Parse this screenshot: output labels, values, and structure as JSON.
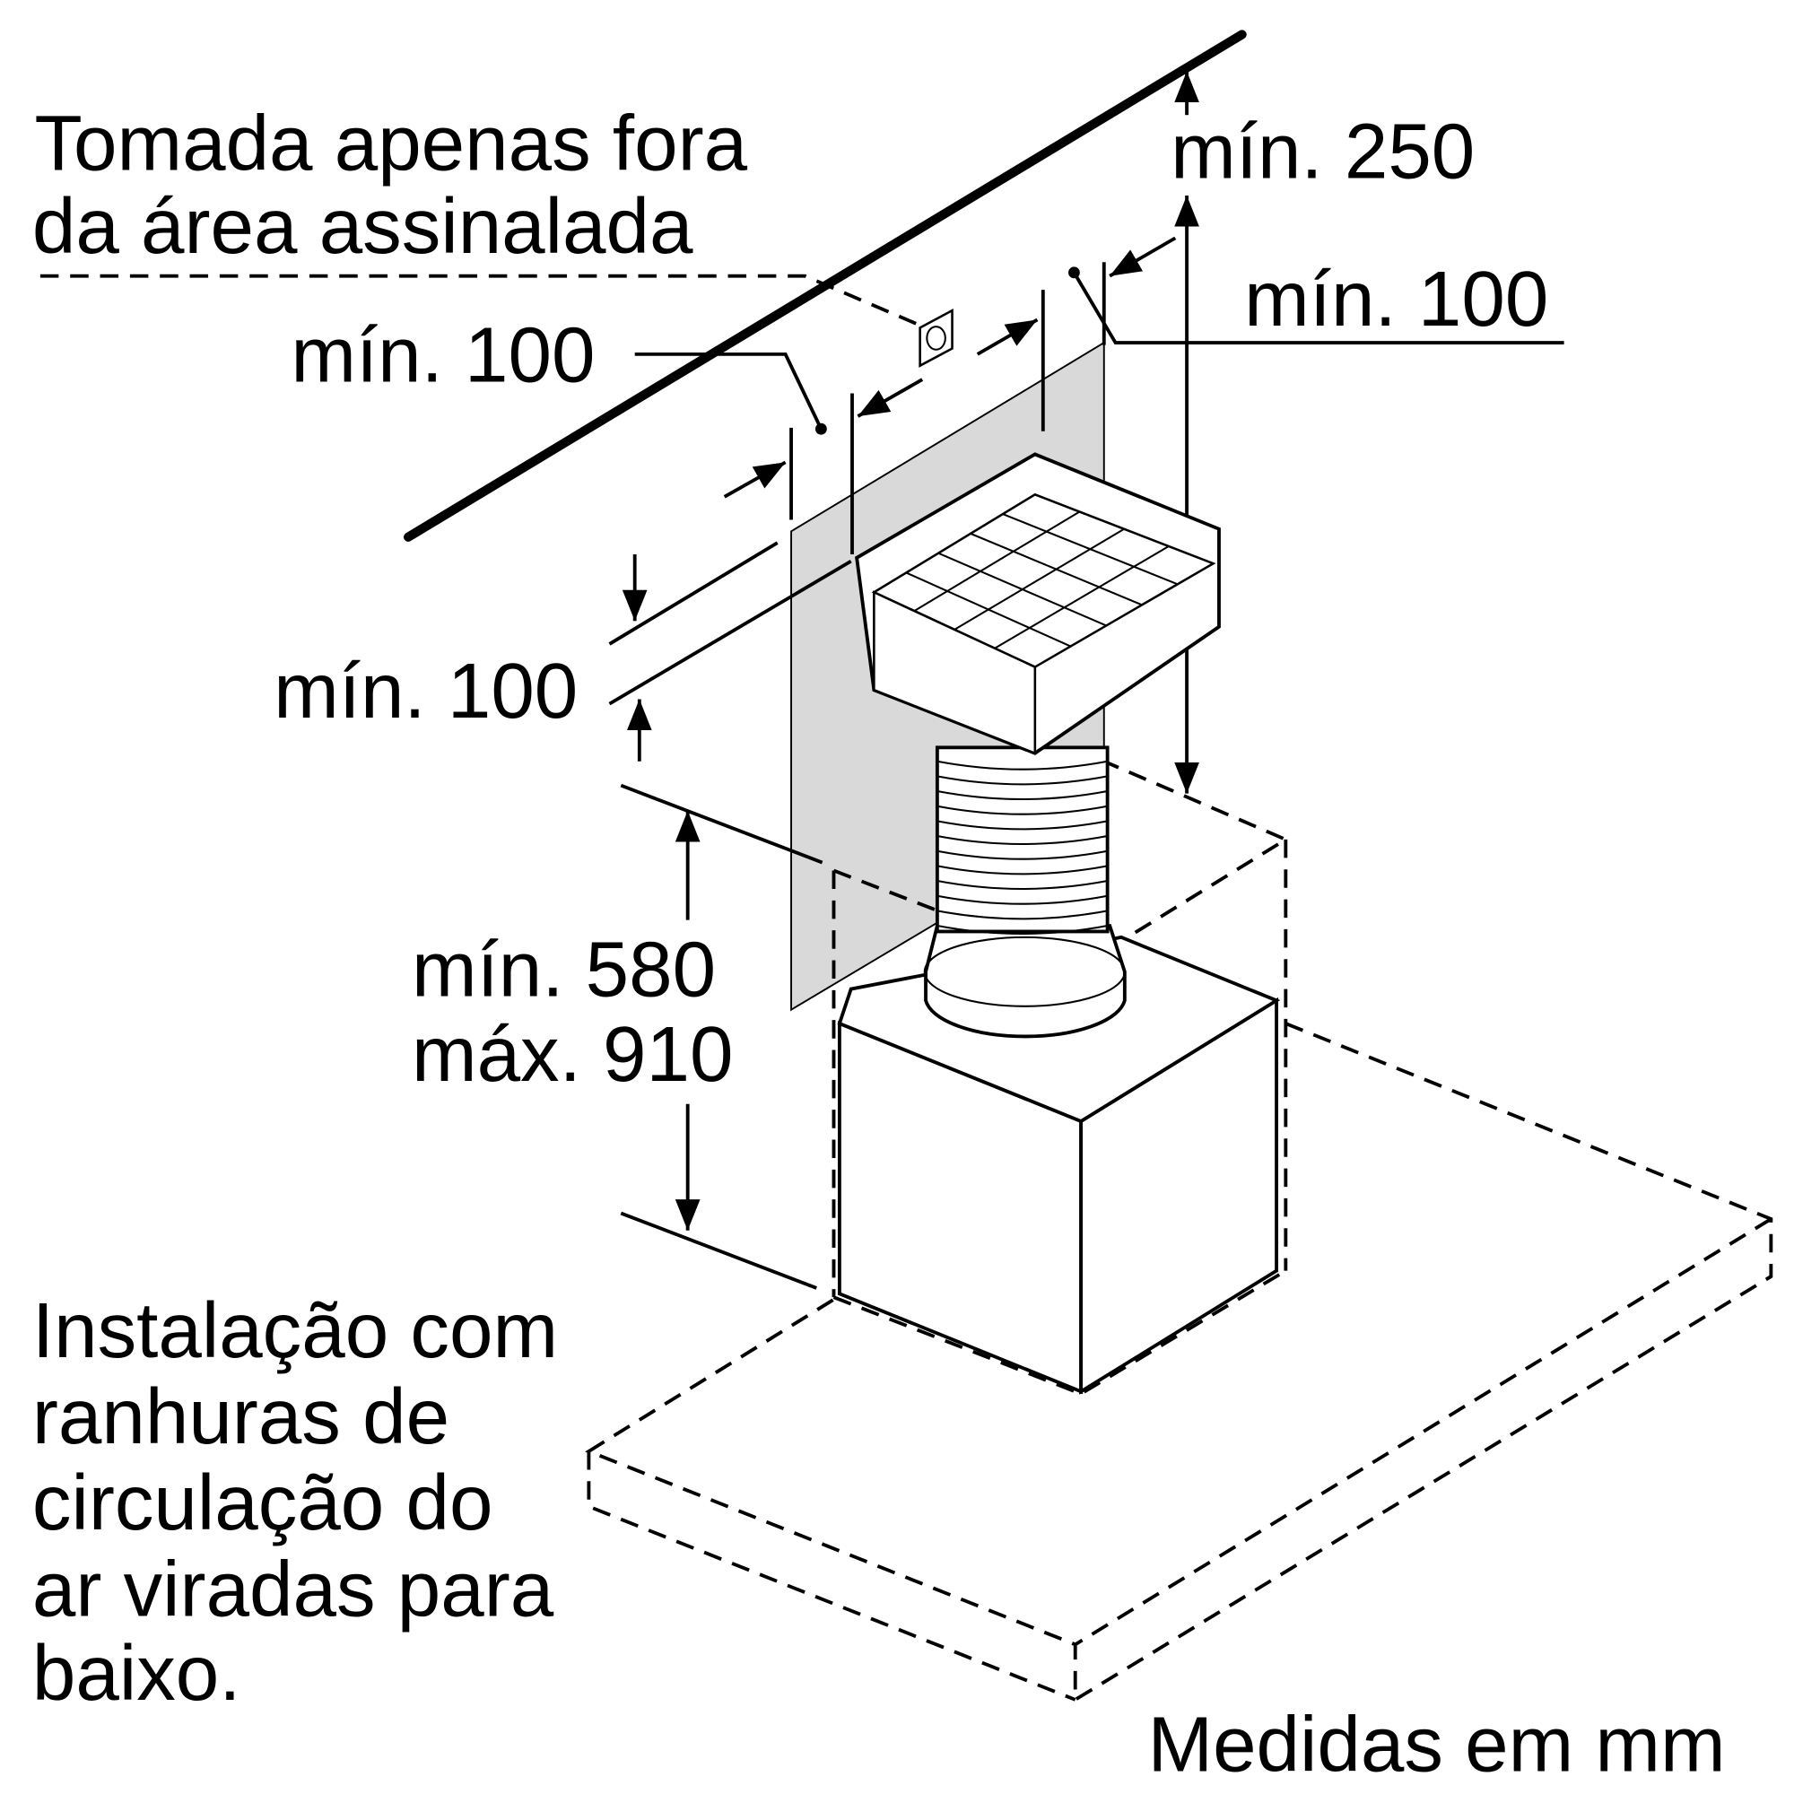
{
  "labels": {
    "socket_note_line1": "Tomada apenas fora",
    "socket_note_line2": "da área assinalada",
    "min_250": "mín. 250",
    "min_100_right": "mín. 100",
    "min_100_left": "mín. 100",
    "min_100_vertical": "mín. 100",
    "min_580": "mín. 580",
    "max_910": "máx. 910",
    "install_note": [
      "Instalação com",
      "ranhuras de",
      "circulação do",
      "ar viradas para",
      "baixo."
    ],
    "units": "Medidas em mm"
  },
  "colors": {
    "panel": "#d9d9d9",
    "line": "#000000"
  }
}
